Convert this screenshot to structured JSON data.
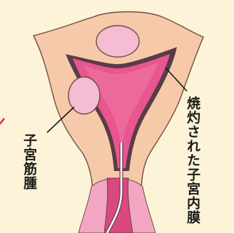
{
  "labels": {
    "myoma": "子宮筋腫",
    "ablated_endometrium": "焼灼された子宮内膜"
  },
  "colors": {
    "background": "#fdf3d8",
    "uterus_wall": "#f6c9a9",
    "uterus_outline": "#6a5040",
    "cavity": "#e8558f",
    "cavity_outline": "#5a3c46",
    "fibroid": "#f5bcd3",
    "cervix_canal": "#d9487f",
    "probe": "#fdf6ee",
    "accent_mark": "#e2206a"
  },
  "icons": [
    "uterus-illustration",
    "fibroid-shape",
    "catheter-probe"
  ]
}
